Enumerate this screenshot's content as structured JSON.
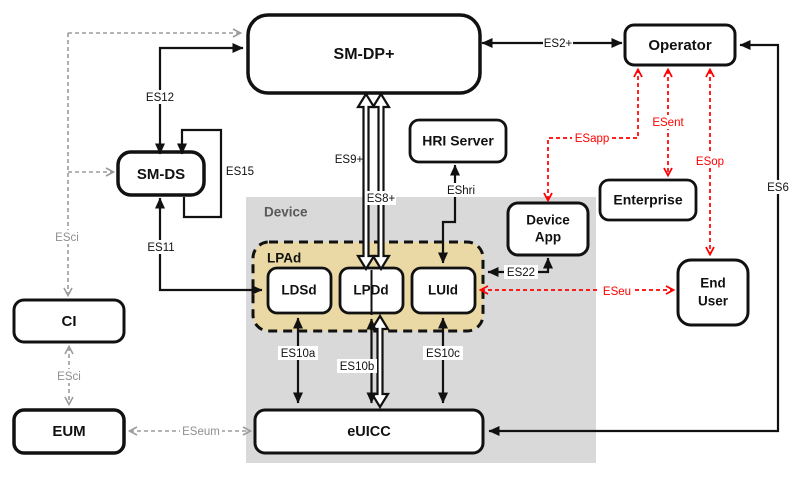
{
  "diagram": {
    "nodes": {
      "sm_dp": "SM-DP+",
      "operator": "Operator",
      "sm_ds": "SM-DS",
      "hri_server": "HRI Server",
      "ci": "CI",
      "eum": "EUM",
      "device": "Device",
      "lpad": "LPAd",
      "ldsd": "LDSd",
      "lpdd": "LPDd",
      "luid": "LUId",
      "euicc": "eUICC",
      "device_app_line1": "Device",
      "device_app_line2": "App",
      "enterprise": "Enterprise",
      "end_user_line1": "End",
      "end_user_line2": "User"
    },
    "edges": {
      "es12": "ES12",
      "es15": "ES15",
      "es11": "ES11",
      "esci_top": "ESci",
      "esci_bottom": "ESci",
      "eseum": "ESeum",
      "es9": "ES9+",
      "es8": "ES8+",
      "eshri": "EShri",
      "es2": "ES2+",
      "es6": "ES6",
      "es22": "ES22",
      "es10a": "ES10a",
      "es10b": "ES10b",
      "es10c": "ES10c",
      "esapp": "ESapp",
      "esent": "ESent",
      "esop": "ESop",
      "eseu": "ESeu"
    },
    "colors": {
      "red_accent": "#ff0000",
      "grey_dashed": "#9b9b9b",
      "grey_label": "#8f8f8f",
      "device_fill": "#d9d9d9",
      "device_label": "#595959",
      "lpad_fill": "#ead9a4",
      "box_border": "#111111"
    }
  }
}
